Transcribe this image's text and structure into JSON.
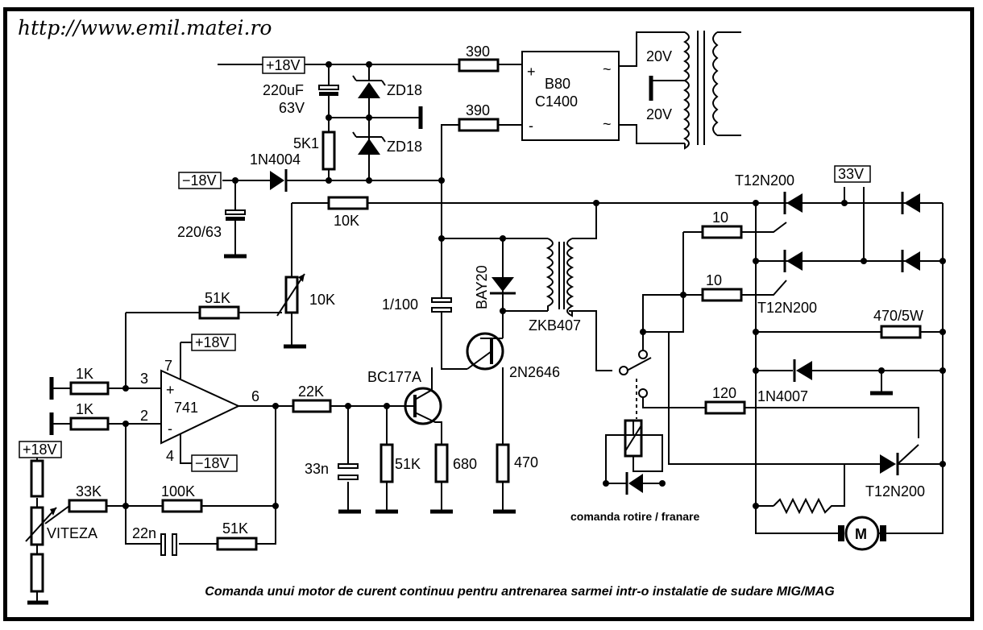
{
  "url_text": "http://www.emil.matei.ro",
  "caption": "Comanda unui motor de curent continuu pentru antrenarea sarmei intr-o instalatie de sudare MIG/MAG",
  "supply_tags": {
    "plus18_top": "+18V",
    "minus18_left": "−18V",
    "opamp_plus": "+18V",
    "opamp_minus": "−18V",
    "plus18_pot": "+18V",
    "v33": "33V"
  },
  "labels": {
    "r390a": "390",
    "r390b": "390",
    "bridge_1": "B80",
    "bridge_2": "C1400",
    "bridge_plus": "+",
    "bridge_minus": "-",
    "bridge_ac1": "~",
    "bridge_ac2": "~",
    "trafo_20a": "20V",
    "trafo_20b": "20V",
    "cap220_1": "220uF",
    "cap220_2": "63V",
    "zd_a": "ZD18",
    "zd_b": "ZD18",
    "r5k1": "5K1",
    "d1n4004": "1N4004",
    "cap_220_63": "220/63",
    "r10k_top": "10K",
    "pot10k": "10K",
    "r51k_fb": "51K",
    "r1k_a": "1K",
    "r1k_b": "1K",
    "pin3": "3",
    "pin2": "2",
    "pin7": "7",
    "pin4": "4",
    "pin6": "6",
    "opamp_name": "741",
    "opamp_plus_sign": "+",
    "opamp_minus_sign": "-",
    "r22k": "22K",
    "c33n": "33n",
    "r51k_b": "51K",
    "r680": "680",
    "r470": "470",
    "bc177a": "BC177A",
    "n2646": "2N2646",
    "c1_100": "1/100",
    "bay20": "BAY20",
    "zkb407": "ZKB407",
    "r33k": "33K",
    "r100k": "100K",
    "c22n": "22n",
    "r51k_c": "51K",
    "viteza": "VITEZA",
    "t12_top": "T12N200",
    "t12_mid": "T12N200",
    "t12_bot": "T12N200",
    "r10_a": "10",
    "r10_b": "10",
    "r470_5w": "470/5W",
    "d1n4007": "1N4007",
    "r120": "120",
    "relay_label": "comanda rotire / franare",
    "motor": "M"
  }
}
